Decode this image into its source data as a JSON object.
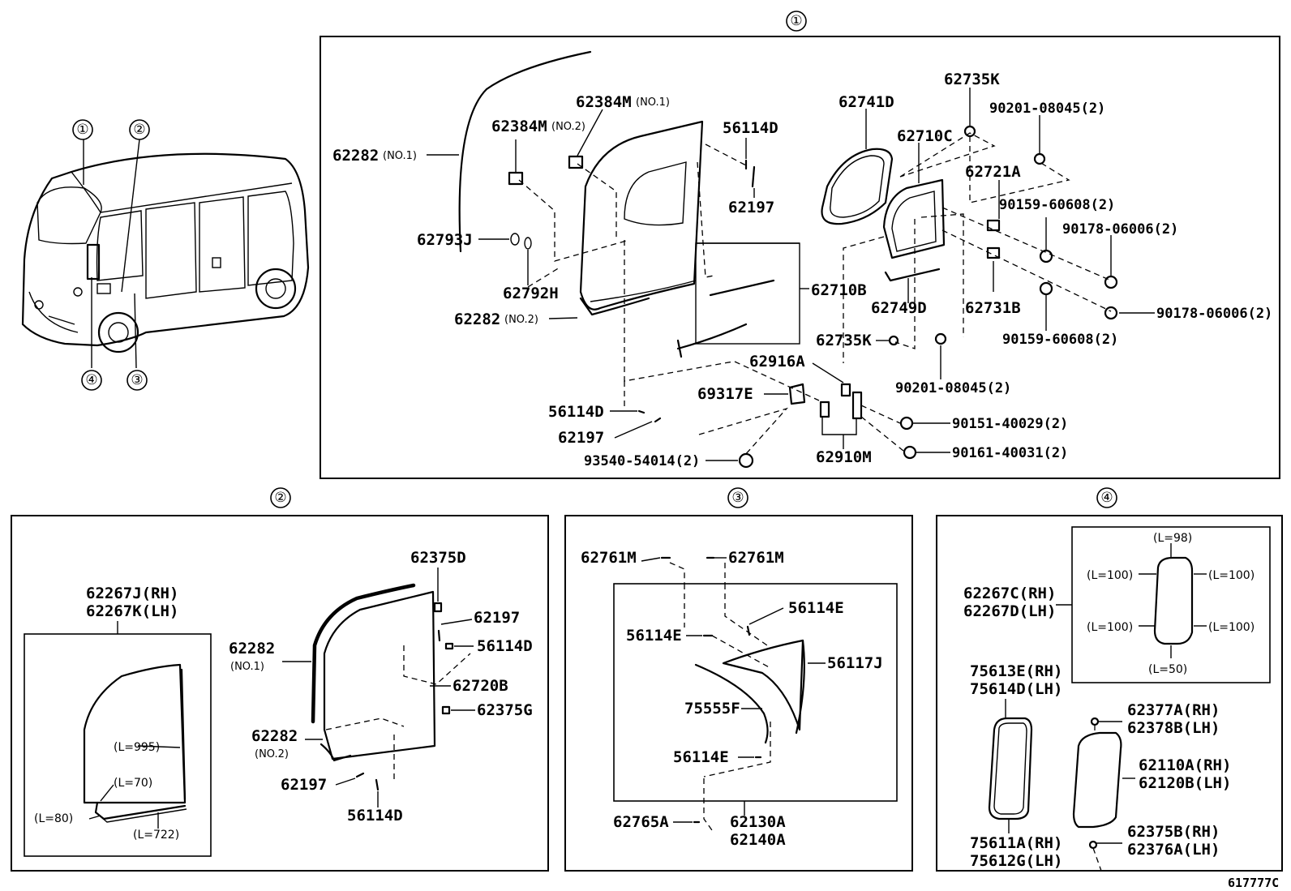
{
  "sections": [
    "①",
    "②",
    "③",
    "④"
  ],
  "callouts": [
    "①",
    "②",
    "③",
    "④"
  ],
  "figure_code": "617777C",
  "panel1": {
    "labels": [
      "62282",
      "62793J",
      "62792H",
      "62282",
      "62384M",
      "62384M",
      "56114D",
      "62197",
      "62710B",
      "56114D",
      "62197",
      "93540-54014(2)",
      "62741D",
      "62735K",
      "90201-08045(2)",
      "62710C",
      "62721A",
      "90159-60608(2)",
      "90178-06006(2)",
      "62749D",
      "62731B",
      "90178-06006(2)",
      "62735K",
      "90159-60608(2)",
      "90201-08045(2)",
      "62916A",
      "69317E",
      "90151-40029(2)",
      "90161-40031(2)",
      "62910M"
    ],
    "suffixes": [
      "(NO.1)",
      "(NO.2)",
      "(NO.1)",
      "(NO.2)"
    ]
  },
  "panel2": {
    "labels": [
      "62267J(RH)",
      "62267K(LH)",
      "62375D",
      "62197",
      "56114D",
      "62282",
      "62720B",
      "62375G",
      "62282",
      "62197",
      "56114D"
    ],
    "suffixes": [
      "(NO.1)",
      "(NO.2)"
    ],
    "lengths": [
      "(L=995)",
      "(L=70)",
      "(L=80)",
      "(L=722)"
    ]
  },
  "panel3": {
    "labels": [
      "62761M",
      "62761M",
      "56114E",
      "56114E",
      "56117J",
      "75555F",
      "56114E",
      "62765A",
      "62130A",
      "62140A"
    ]
  },
  "panel4": {
    "labels": [
      "62267C(RH)",
      "62267D(LH)",
      "75613E(RH)",
      "75614D(LH)",
      "62377A(RH)",
      "62378B(LH)",
      "62110A(RH)",
      "62120B(LH)",
      "62375B(RH)",
      "62376A(LH)",
      "75611A(RH)",
      "75612G(LH)"
    ],
    "lengths": [
      "(L=98)",
      "(L=100)",
      "(L=100)",
      "(L=100)",
      "(L=100)",
      "(L=50)"
    ]
  }
}
